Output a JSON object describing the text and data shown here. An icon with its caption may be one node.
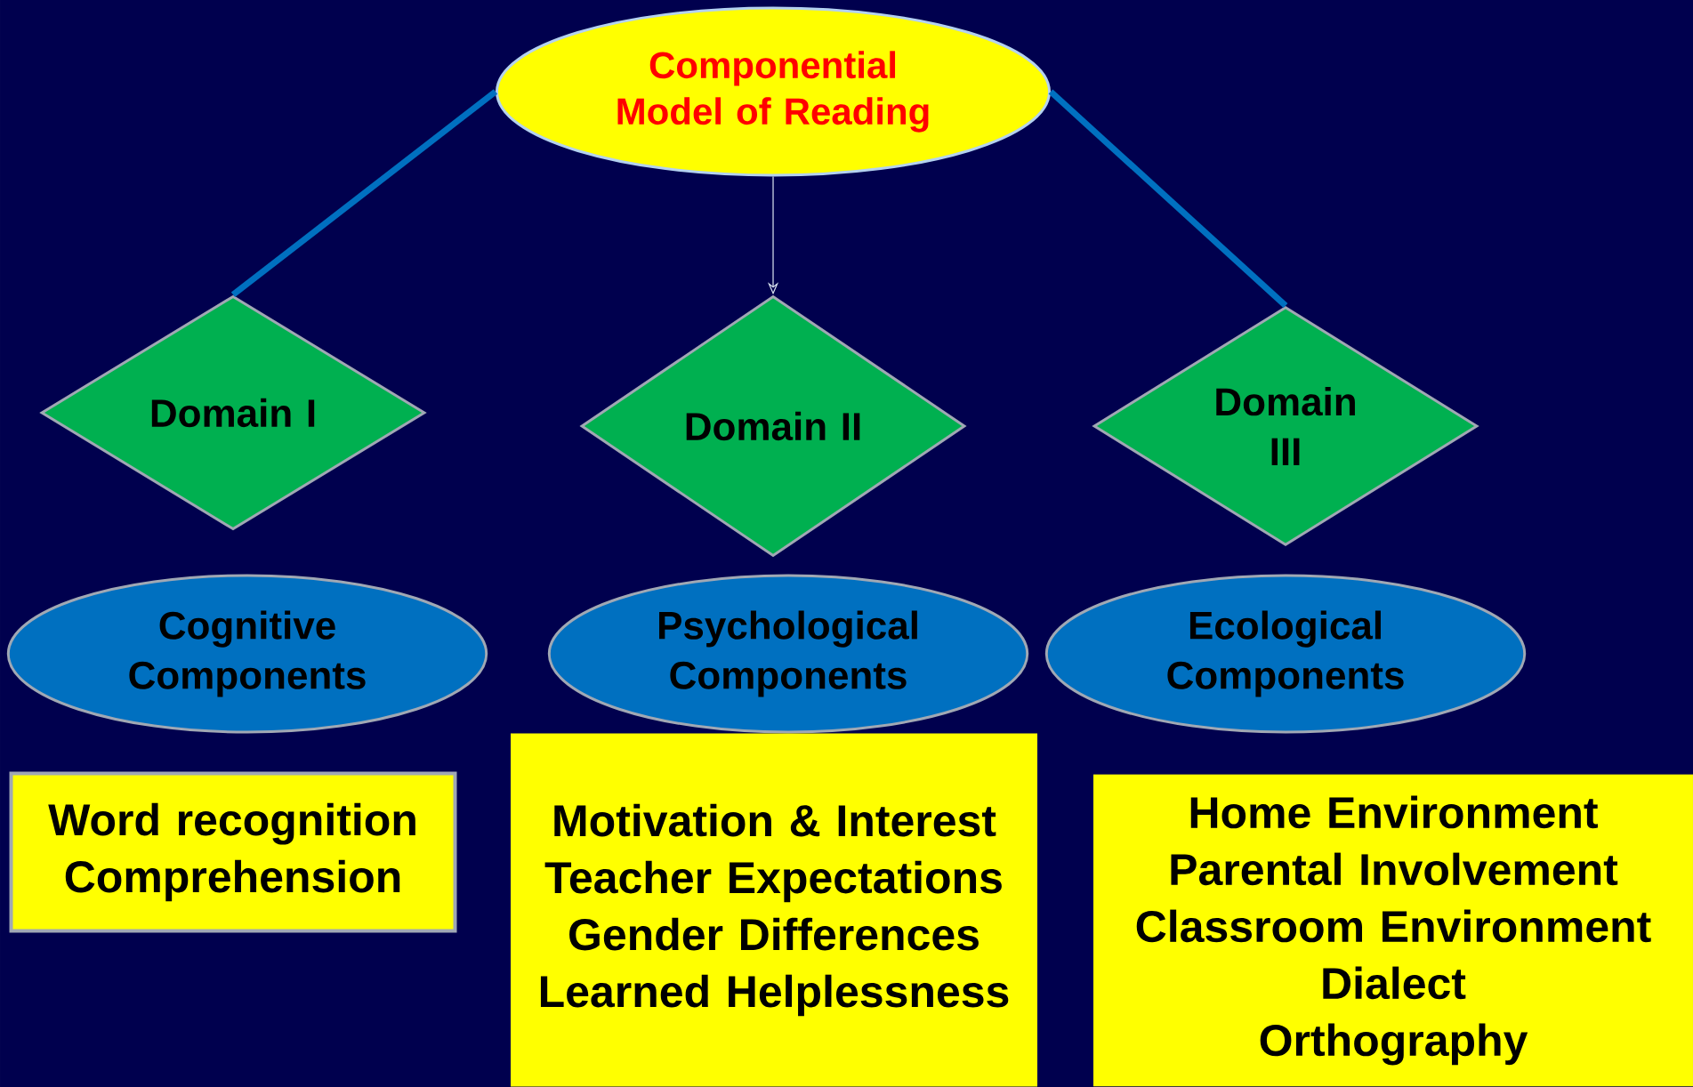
{
  "diagram": {
    "nodes": [
      {
        "text": [
          "Componential Model of Reading"
        ]
      },
      {
        "text": [
          "Domain I"
        ]
      },
      {
        "text": [
          "Domain II"
        ]
      },
      {
        "text": [
          "Domain III"
        ]
      },
      {
        "text": [
          "Cognitive Components"
        ]
      },
      {
        "text": [
          "Psychological Components"
        ]
      },
      {
        "text": [
          "Ecological Components"
        ]
      },
      {
        "text": [
          "Word recognition",
          "Comprehension"
        ]
      },
      {
        "text": [
          "Motivation & Interest",
          "Teacher Expectations",
          "Gender Differences",
          "Learned Helplessness"
        ]
      },
      {
        "text": [
          "Home Environment",
          "Parental Involvement",
          "Classroom Environment",
          "Dialect",
          "Orthography"
        ]
      }
    ],
    "edges": [
      {
        "from": 0,
        "to": 1,
        "arrow": "none"
      },
      {
        "from": 0,
        "to": 2,
        "arrow": "to",
        "color": "#dce6f2"
      },
      {
        "from": 0,
        "to": 3,
        "arrow": "none"
      }
    ]
  }
}
